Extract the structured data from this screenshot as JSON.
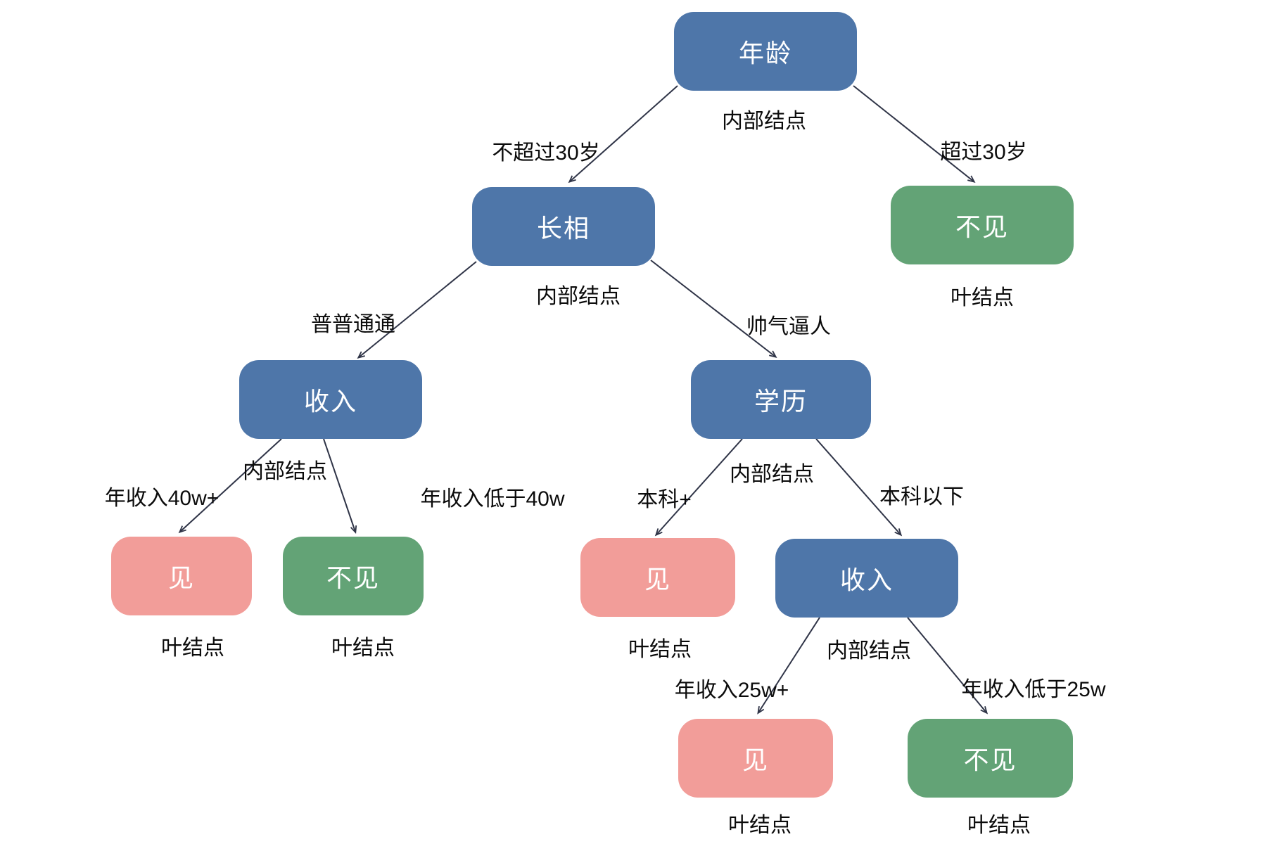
{
  "colors": {
    "background": "#ffffff",
    "internal_node": "#4e76a9",
    "leaf_meet": "#f29d99",
    "leaf_no_meet": "#63a376",
    "edge_line": "#2f3447",
    "node_text": "#ffffff",
    "label_text": "#0b0b0b"
  },
  "nodes": {
    "age": {
      "label": "年龄",
      "type_label": "内部结点"
    },
    "looks": {
      "label": "长相",
      "type_label": "内部结点"
    },
    "no_meet_age": {
      "label": "不见",
      "type_label": "叶结点"
    },
    "income_left": {
      "label": "收入",
      "type_label": "内部结点"
    },
    "education": {
      "label": "学历",
      "type_label": "内部结点"
    },
    "meet_40w": {
      "label": "见",
      "type_label": "叶结点"
    },
    "no_meet_40w": {
      "label": "不见",
      "type_label": "叶结点"
    },
    "meet_bachelor": {
      "label": "见",
      "type_label": "叶结点"
    },
    "income_right": {
      "label": "收入",
      "type_label": "内部结点"
    },
    "meet_25w": {
      "label": "见",
      "type_label": "叶结点"
    },
    "no_meet_25w": {
      "label": "不见",
      "type_label": "叶结点"
    }
  },
  "edges": {
    "age_to_looks": "不超过30岁",
    "age_to_no_meet": "超过30岁",
    "looks_to_income": "普普通通",
    "looks_to_education": "帅气逼人",
    "income_to_meet": "年收入40w+",
    "income_to_no_meet": "年收入低于40w",
    "education_to_meet": "本科+",
    "education_to_income": "本科以下",
    "income2_to_meet": "年收入25w+",
    "income2_to_no_meet": "年收入低于25w"
  }
}
